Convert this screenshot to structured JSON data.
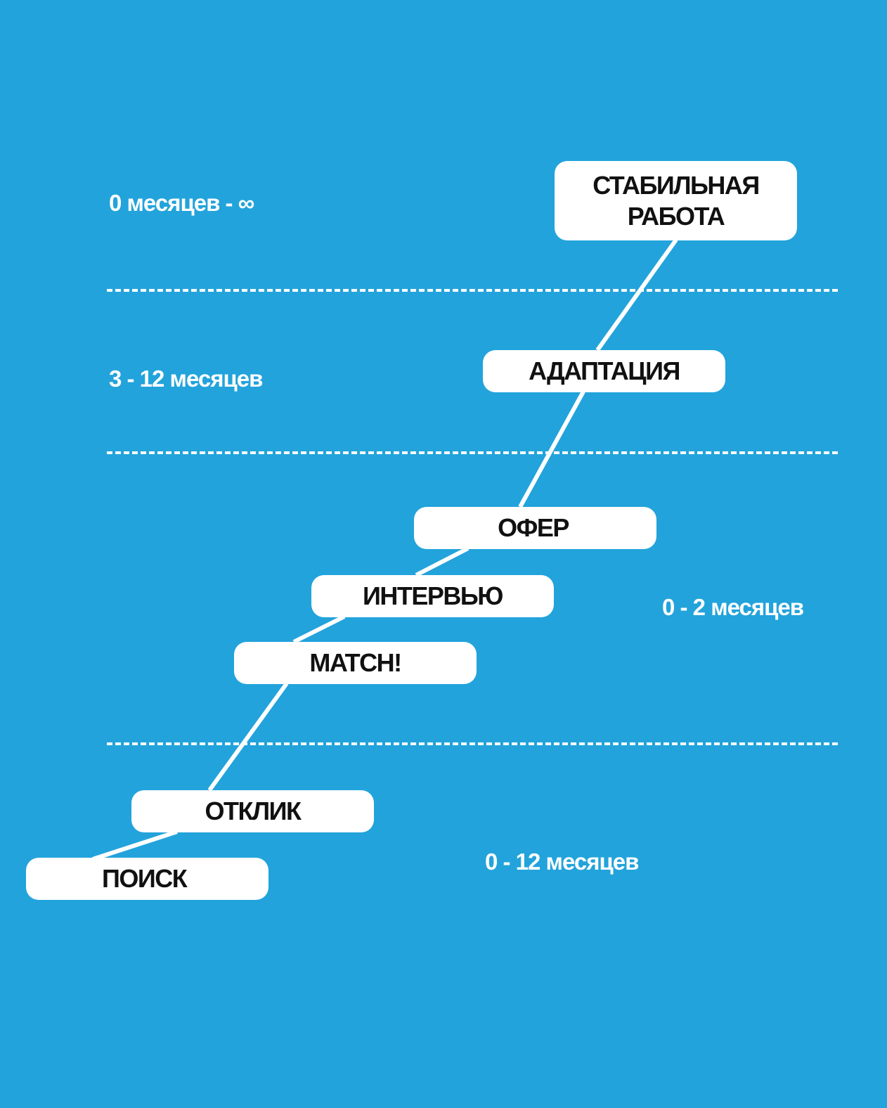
{
  "colors": {
    "background": "#22a3db",
    "box": "#ffffff",
    "text": "#111111",
    "line": "#ffffff"
  },
  "periods": {
    "stable": "0 месяцев - ∞",
    "adaptation": "3 - 12 месяцев",
    "interview": "0 - 2 месяцев",
    "search": "0 - 12 месяцев"
  },
  "stages": {
    "search": "ПОИСК",
    "response": "ОТКЛИК",
    "match": "MATCH!",
    "interview": "ИНТЕРВЬЮ",
    "offer": "ОФЕР",
    "adaptation": "АДАПТАЦИЯ",
    "stable_line1": "СТАБИЛЬНАЯ",
    "stable_line2": "РАБОТА"
  }
}
